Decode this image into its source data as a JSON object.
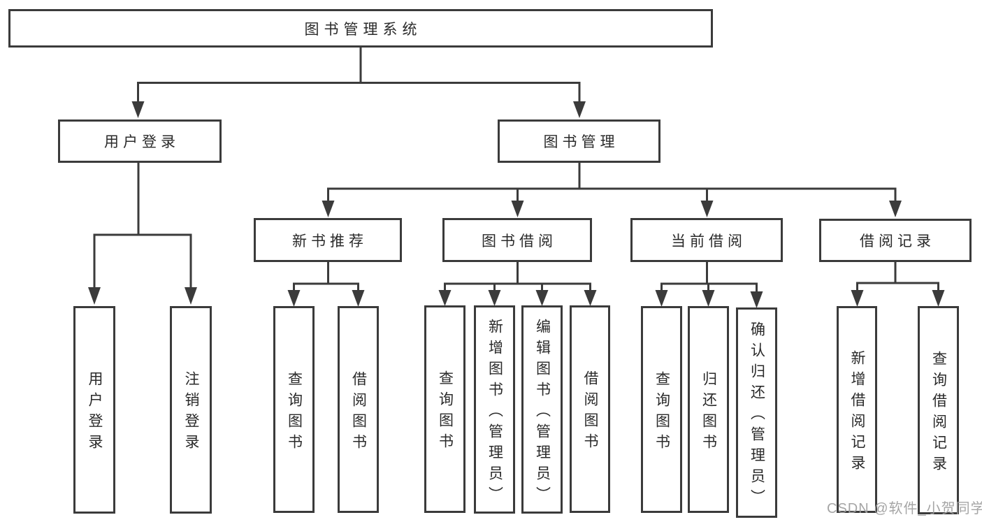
{
  "tree": {
    "root": "图书管理系统",
    "user_login": {
      "label": "用户登录",
      "children": {
        "login": "用户登录",
        "logout": "注销登录"
      }
    },
    "book_mgmt": {
      "label": "图书管理",
      "sections": {
        "new_book": {
          "label": "新书推荐",
          "children": {
            "query": "查询图书",
            "borrow": "借阅图书"
          }
        },
        "borrowing": {
          "label": "图书借阅",
          "children": {
            "query": "查询图书",
            "add": "新增图书（管理员）",
            "edit": "编辑图书（管理员）",
            "borrow": "借阅图书"
          }
        },
        "current": {
          "label": "当前借阅",
          "children": {
            "query": "查询图书",
            "return": "归还图书",
            "confirm": "确认归还（管理员）"
          }
        },
        "records": {
          "label": "借阅记录",
          "children": {
            "add": "新增借阅记录",
            "query": "查询借阅记录"
          }
        }
      }
    }
  },
  "watermark": "CSDN @软件_小贺同学",
  "colors": {
    "line": "#3b3b3b",
    "text": "#2a2a2a",
    "watermark": "#9e9e9e",
    "background": "#ffffff"
  }
}
